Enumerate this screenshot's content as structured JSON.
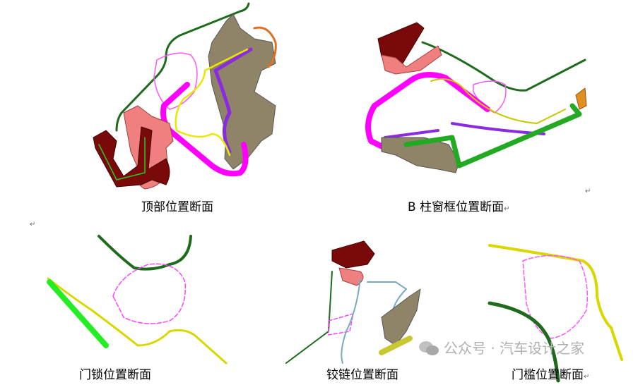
{
  "captions": {
    "top": "顶部位置断面",
    "b_pillar": "B 柱窗框位置断面",
    "lock": "门锁位置断面",
    "hinge": "铰链位置断面",
    "sill": "门槛位置断面"
  },
  "paragraph_mark": "↵",
  "watermark": {
    "text": "公众号 · 汽车设计之家",
    "icon": "wechat-icon"
  },
  "colors": {
    "dark_green": "#1e6b1e",
    "dark_red": "#7a0a0a",
    "salmon": "#f08080",
    "magenta": "#ff00ff",
    "purple": "#8a2be2",
    "khaki": "#8f8467",
    "yellow": "#e8e800",
    "green": "#22cc22",
    "orange": "#e07020"
  }
}
